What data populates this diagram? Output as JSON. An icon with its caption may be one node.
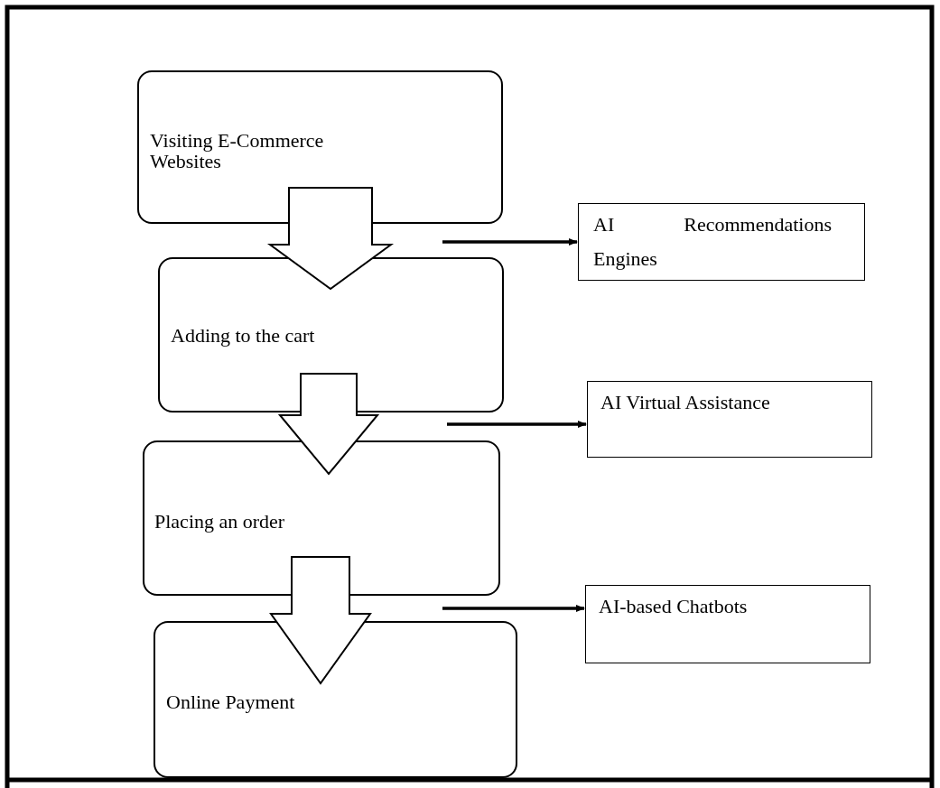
{
  "diagram": {
    "nodes": [
      {
        "text": [
          "Visiting E-Commerce Websites"
        ]
      },
      {
        "text": [
          "Adding to the cart"
        ]
      },
      {
        "text": [
          "Placing an order"
        ]
      },
      {
        "text": [
          "Online Payment"
        ]
      },
      {
        "text": [
          "AI Recommendations Engines"
        ]
      },
      {
        "text": [
          "AI Virtual Assistance"
        ]
      },
      {
        "text": [
          "AI-based Chatbots"
        ]
      }
    ],
    "edges": [
      {
        "from": 0,
        "to": 1,
        "arrow": "to",
        "style": "thick"
      },
      {
        "from": 1,
        "to": 2,
        "arrow": "to",
        "style": "thick"
      },
      {
        "from": 2,
        "to": 3,
        "arrow": "to",
        "style": "thick"
      },
      {
        "from": null,
        "to": 4,
        "arrow": "to"
      },
      {
        "from": null,
        "to": 5,
        "arrow": "to"
      },
      {
        "from": null,
        "to": 6,
        "arrow": "to"
      }
    ]
  }
}
